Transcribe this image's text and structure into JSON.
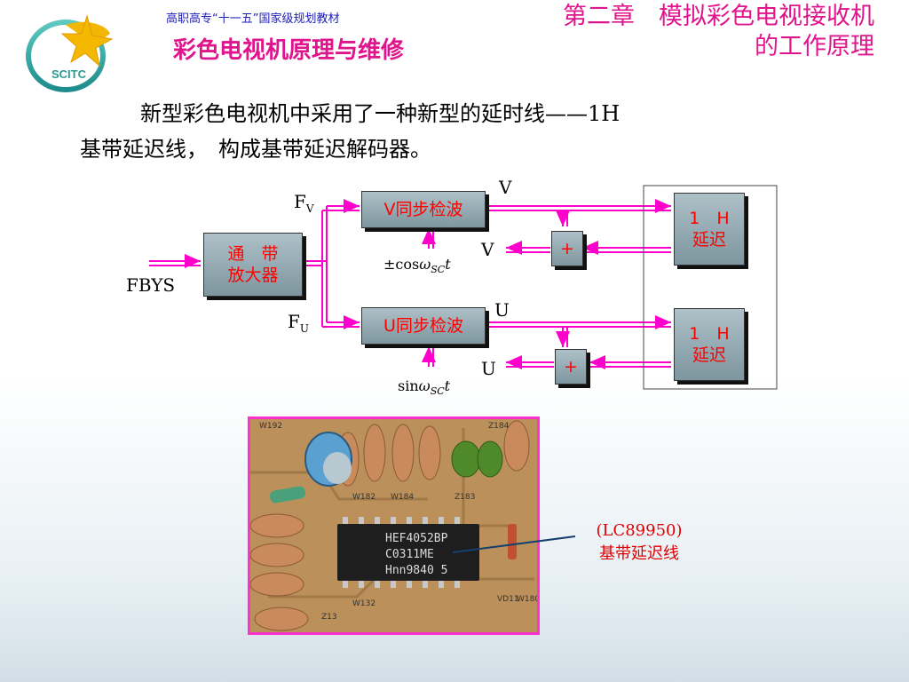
{
  "header": {
    "logo_text": "SCITC",
    "series_line": "高职高专“十一五”国家级规划教材",
    "book_title": "彩色电视机原理与维修",
    "chapter_line1": "第二章　模拟彩色电视接收机",
    "chapter_line2": "的工作原理"
  },
  "intro": {
    "line1": "新型彩色电视机中采用了一种新型的延时线——1H",
    "line2": "基带延迟线，　构成基带延迟解码器。"
  },
  "diagram": {
    "input_label": "FBYS",
    "amp_block_line1": "通　带",
    "amp_block_line2": "放大器",
    "fv_label": "F",
    "fv_sub": "V",
    "fu_label": "F",
    "fu_sub": "U",
    "v_detector": "V同步检波",
    "u_detector": "U同步检波",
    "v_out_top": "V",
    "v_out_bottom": "V",
    "u_out_top": "U",
    "u_out_bottom": "U",
    "adder_v": "+",
    "adder_u": "+",
    "delay_v_line1": "1　H",
    "delay_v_line2": "延迟",
    "delay_u_line1": "1　H",
    "delay_u_line2": "延迟",
    "cos_ref_prefix": "±cos",
    "sin_ref_prefix": "sin",
    "omega": "ω",
    "sc_sub": "SC",
    "t": "t"
  },
  "photo": {
    "chip_line1": "HEF4052BP",
    "chip_line2": "C0311ME",
    "chip_line3": "Hnn9840  5",
    "board_labels": [
      "W192",
      "W182",
      "W184",
      "Z184",
      "Z183",
      "W132",
      "Z13",
      "W180",
      "VD11"
    ]
  },
  "caption": {
    "part_number": "(LC89950)",
    "description": "基带延迟线"
  },
  "colors": {
    "title": "#e0148c",
    "series": "#1d1db8",
    "signal_line": "#ff00cc",
    "block_text": "#ff0000",
    "caption": "#e00000",
    "photo_border": "#ff33cc"
  }
}
